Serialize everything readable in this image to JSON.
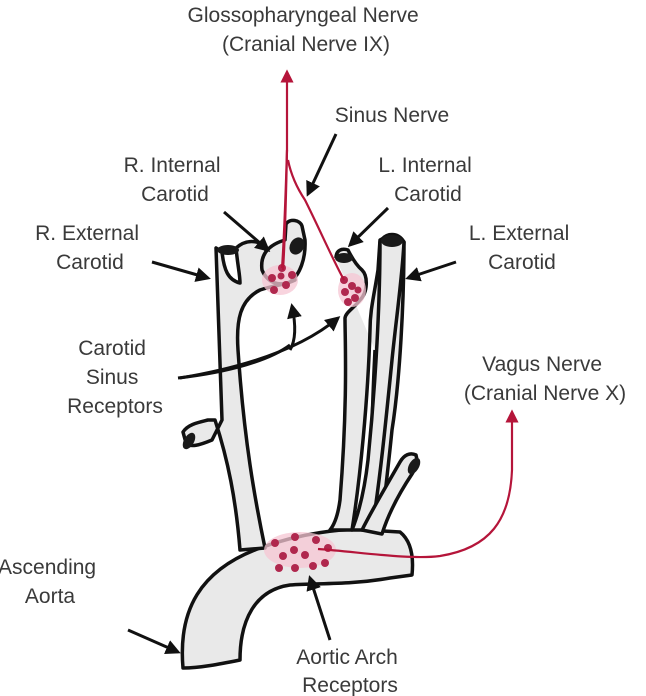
{
  "diagram": {
    "title": "Baroreceptor locations and afferent nerves",
    "colors": {
      "nerve": "#b5153a",
      "receptor_dot": "#b0284e",
      "vessel_fill": "#e9e9e9",
      "outline": "#111111",
      "label_text": "#3a3a3a"
    },
    "labels": {
      "glossopharyngeal": [
        "Glossopharyngeal Nerve",
        "(Cranial Nerve IX)"
      ],
      "sinus_nerve": [
        "Sinus Nerve"
      ],
      "r_internal_carotid": [
        "R. Internal",
        "Carotid"
      ],
      "l_internal_carotid": [
        "L. Internal",
        "Carotid"
      ],
      "r_external_carotid": [
        "R. External",
        "Carotid"
      ],
      "l_external_carotid": [
        "L. External",
        "Carotid"
      ],
      "carotid_sinus_receptors": [
        "Carotid",
        "Sinus",
        "Receptors"
      ],
      "vagus": [
        "Vagus Nerve",
        "(Cranial Nerve X)"
      ],
      "ascending_aorta": [
        "Ascending",
        "Aorta"
      ],
      "aortic_arch_receptors": [
        "Aortic Arch",
        "Receptors"
      ]
    }
  }
}
